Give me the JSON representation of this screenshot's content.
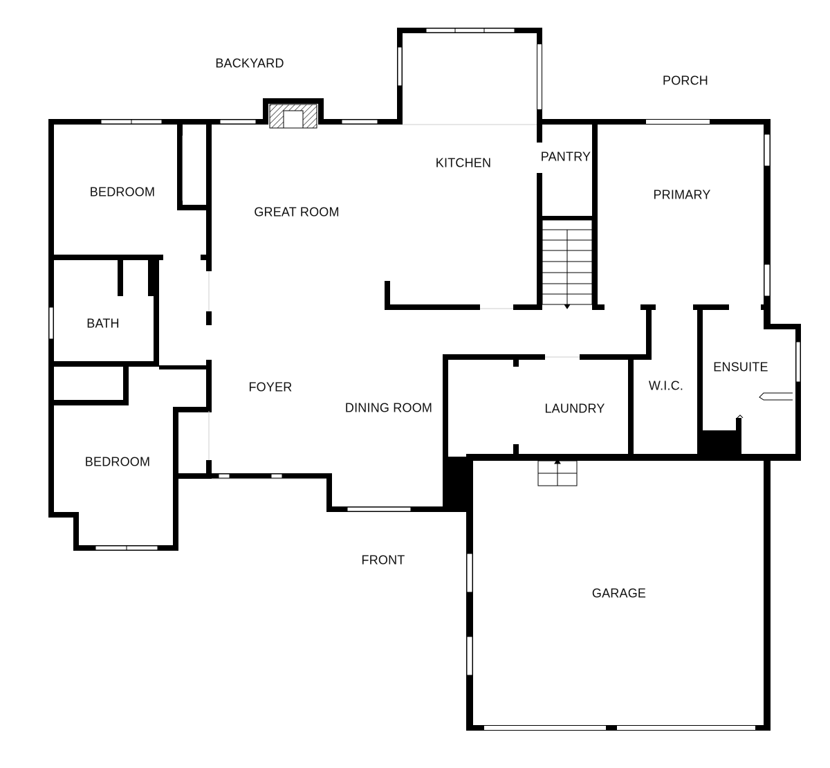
{
  "labels": {
    "backyard": "BACKYARD",
    "porch": "PORCH",
    "kitchen": "KITCHEN",
    "pantry": "PANTRY",
    "primary": "PRIMARY",
    "bedroom_top": "BEDROOM",
    "great_room": "GREAT ROOM",
    "bath": "BATH",
    "foyer": "FOYER",
    "dining_room": "DINING ROOM",
    "laundry": "LAUNDRY",
    "wic": "W.I.C.",
    "ensuite": "ENSUITE",
    "bedroom_bottom": "BEDROOM",
    "front": "FRONT",
    "garage": "GARAGE"
  },
  "colors": {
    "wall": "#000000",
    "window": "#ffffff",
    "background": "#ffffff",
    "text": "#111111"
  },
  "icons": {
    "fireplace": "fireplace-icon",
    "stairs": "stairs-icon",
    "garage-steps": "steps-icon"
  }
}
